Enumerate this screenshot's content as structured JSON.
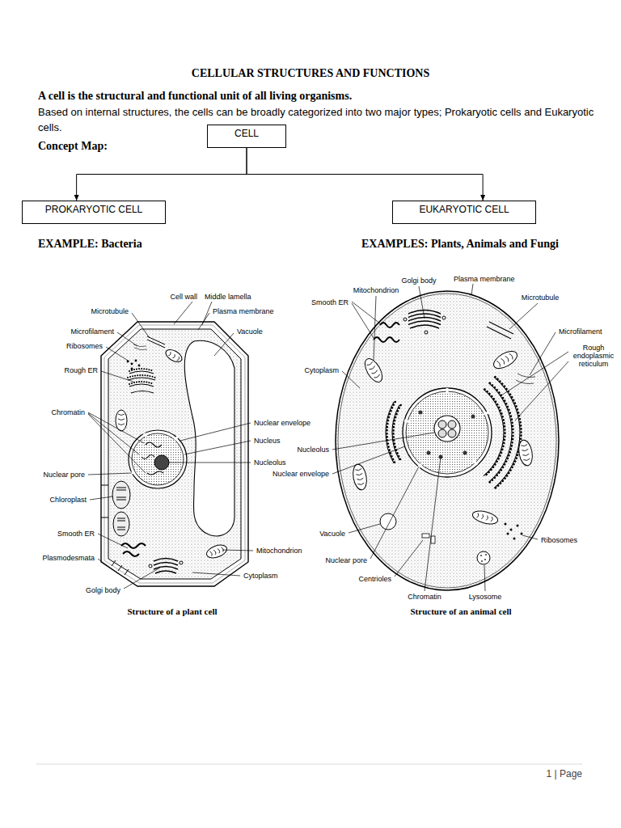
{
  "diagram": {
    "title": "CELLULAR STRUCTURES AND FUNCTIONS",
    "nodes": [
      {
        "text": [
          "CELL"
        ]
      },
      {
        "text": [
          "PROKARYOTIC CELL"
        ]
      },
      {
        "text": [
          "EUKARYOTIC CELL"
        ]
      }
    ],
    "edges": [
      {
        "from": 0,
        "to": 1,
        "arrow": "to"
      },
      {
        "from": 0,
        "to": 2,
        "arrow": "to"
      }
    ],
    "labels": [
      "A cell is the structural and functional unit of all living organisms.",
      "Based on internal structures, the cells can be broadly categorized into two major types; Prokaryotic cells and Eukaryotic cells.",
      "Concept Map:",
      "EXAMPLE: Bacteria",
      "EXAMPLES: Plants, Animals and Fungi",
      "Cell wall",
      "Middle lamella",
      "Plasma membrane",
      "Vacuole",
      "Microtubule",
      "Microfilament",
      "Ribosomes",
      "Rough ER",
      "Chromatin",
      "Nuclear envelope",
      "Nucleus",
      "Nucleolus",
      "Nuclear pore",
      "Chloroplast",
      "Smooth ER",
      "Plasmodesmata",
      "Golgi body",
      "Mitochondrion",
      "Cytoplasm",
      "Structure of a plant cell",
      "Golgi body",
      "Plasma membrane",
      "Mitochondrion",
      "Smooth ER",
      "Microtubule",
      "Microfilament",
      "Rough endoplasmic reticulum",
      "Cytoplasm",
      "Nucleolus",
      "Nuclear envelope",
      "Vacuole",
      "Nuclear pore",
      "Centrioles",
      "Chromatin",
      "Lysosome",
      "Ribosomes",
      "Structure of an animal cell",
      "1 | Page"
    ]
  }
}
